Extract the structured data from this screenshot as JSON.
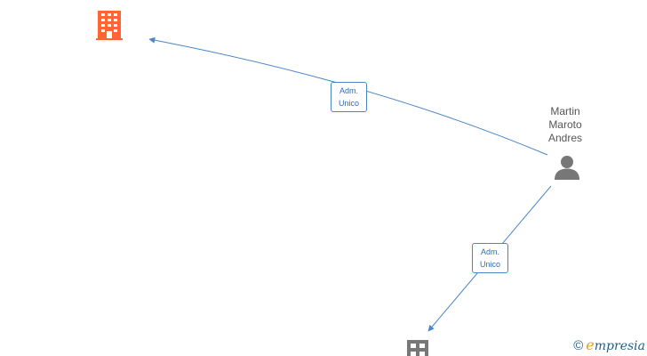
{
  "nodes": {
    "company_top": {
      "icon": "building-icon",
      "color": "#ff6633"
    },
    "person": {
      "icon": "person-icon",
      "color": "#777777",
      "name_lines": [
        "Martin",
        "Maroto",
        "Andres"
      ]
    },
    "company_bottom": {
      "icon": "grid-building-icon",
      "color": "#777777"
    }
  },
  "edges": [
    {
      "from": "person",
      "to": "company_top",
      "label_lines": [
        "Adm.",
        "Unico"
      ]
    },
    {
      "from": "person",
      "to": "company_bottom",
      "label_lines": [
        "Adm.",
        "Unico"
      ]
    }
  ],
  "colors": {
    "edge": "#4a86c8",
    "label_text": "#2f6db5"
  },
  "watermark": {
    "copyright": "©",
    "brand_first": "e",
    "brand_rest": "mpresia"
  }
}
